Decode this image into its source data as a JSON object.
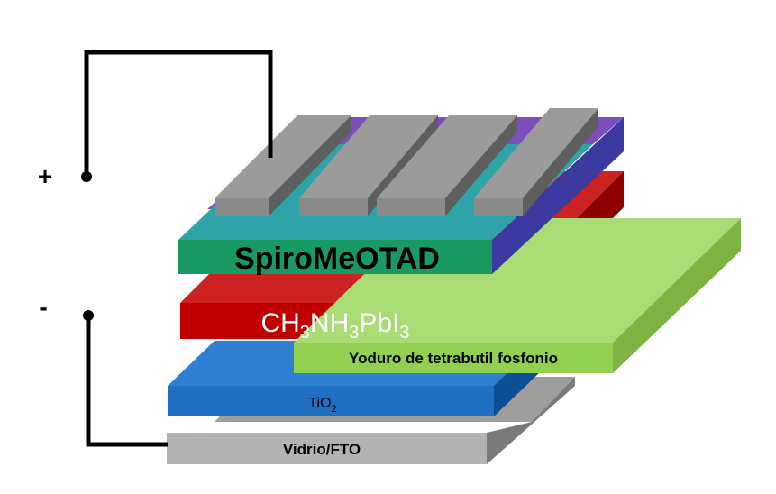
{
  "terminals": {
    "positive": "+",
    "negative": "-"
  },
  "layers": {
    "spiro": "SpiroMeOTAD",
    "perovskite": {
      "base": "CH",
      "sub1": "3",
      "mid1": "NH",
      "sub2": "3",
      "mid2": "PbI",
      "sub3": "3"
    },
    "interlayer": "Yoduro de tetrabutil fosfonio",
    "tio2": {
      "base": "TiO",
      "sub": "2"
    },
    "substrate": "Vidrio/FTO"
  },
  "colors": {
    "substrate": "#b3b3b3",
    "tio2": "#1f6fc4",
    "interlayer": "#92d050",
    "perovskite": "#c00000",
    "spiro": "#1a9a63",
    "contacts": "#7f7f7f",
    "top_band": "#7d4fbd",
    "wire": "#000000"
  }
}
